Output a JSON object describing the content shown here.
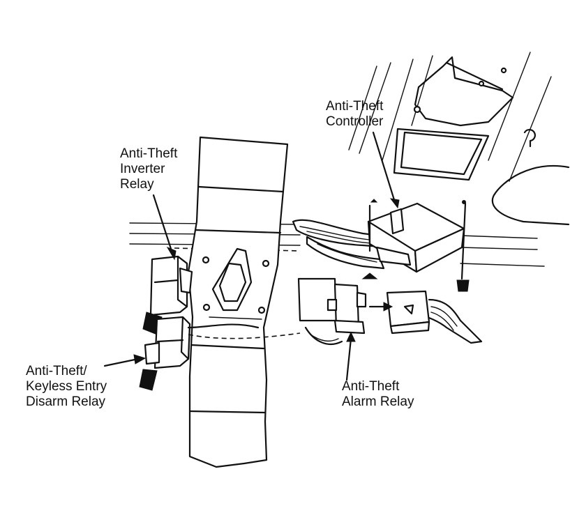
{
  "labels": {
    "controller": [
      "Anti-Theft",
      "Controller"
    ],
    "inverter_relay": [
      "Anti-Theft",
      "Inverter",
      "Relay"
    ],
    "disarm_relay": [
      "Anti-Theft/",
      "Keyless Entry",
      "Disarm Relay"
    ],
    "alarm_relay": [
      "Anti-Theft",
      "Alarm Relay"
    ]
  }
}
